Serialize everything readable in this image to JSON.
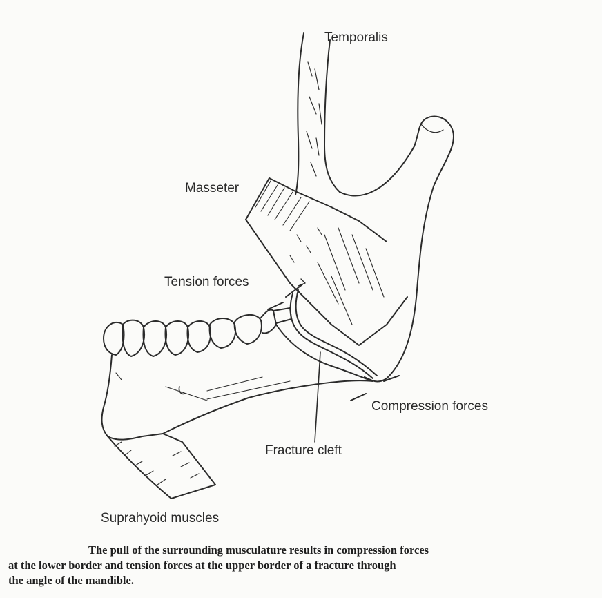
{
  "labels": {
    "temporalis": "Temporalis",
    "masseter": "Masseter",
    "tension": "Tension forces",
    "compression": "Compression forces",
    "fracture": "Fracture cleft",
    "suprahyoid": "Suprahyoid muscles"
  },
  "caption": {
    "line1": "The pull of the surrounding musculature results in compression forces",
    "line2": "at the lower border and tension forces at the upper border of a fracture through",
    "line3": "the angle of the mandible."
  },
  "colors": {
    "ink": "#2a2a2a",
    "paper": "#fbfbf9"
  }
}
